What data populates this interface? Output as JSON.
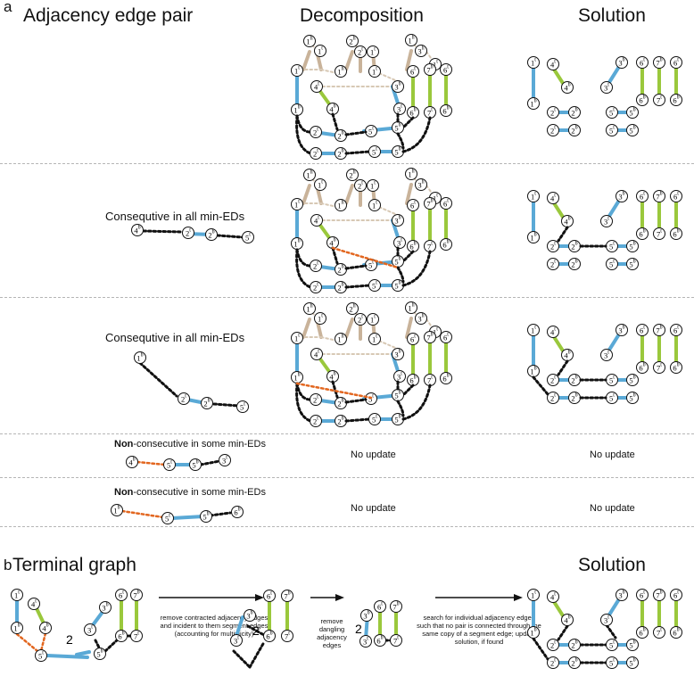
{
  "colors": {
    "segment_blue": "#5aa9d6",
    "segment_green": "#9ac83c",
    "segment_tan": "#c9b39a",
    "adjacency_black": "#111111",
    "highlight_orange": "#e2661f",
    "dashed_tan": "#d7c8b4",
    "separator": "#b5b5b5"
  },
  "panel_a": {
    "label": "a",
    "headers": {
      "pair": "Adjacency edge pair",
      "decomposition": "Decomposition",
      "solution": "Solution"
    },
    "rows": [
      {
        "label": "Consequtive in all min-EDs"
      },
      {
        "label": "Consequtive in all min-EDs"
      },
      {
        "label_bold": "Non",
        "label_rest": "-consecutive in some min-EDs",
        "decomp_text": "No update",
        "solution_text": "No update"
      },
      {
        "label_bold": "Non",
        "label_rest": "-consecutive in some min-EDs",
        "decomp_text": "No update",
        "solution_text": "No update"
      }
    ]
  },
  "panel_b": {
    "label": "b",
    "terminal_title": "Terminal graph",
    "solution_title": "Solution",
    "multiplicity": "2",
    "step1": "remove contracted adjacency edges and incident to them segment edges (accounting for multiplicity)",
    "step2": "remove dangling adjacency edges",
    "step3": "search for individual adjacency edges such that no pair is connected through the same copy of a segment edge; update solution, if found"
  }
}
